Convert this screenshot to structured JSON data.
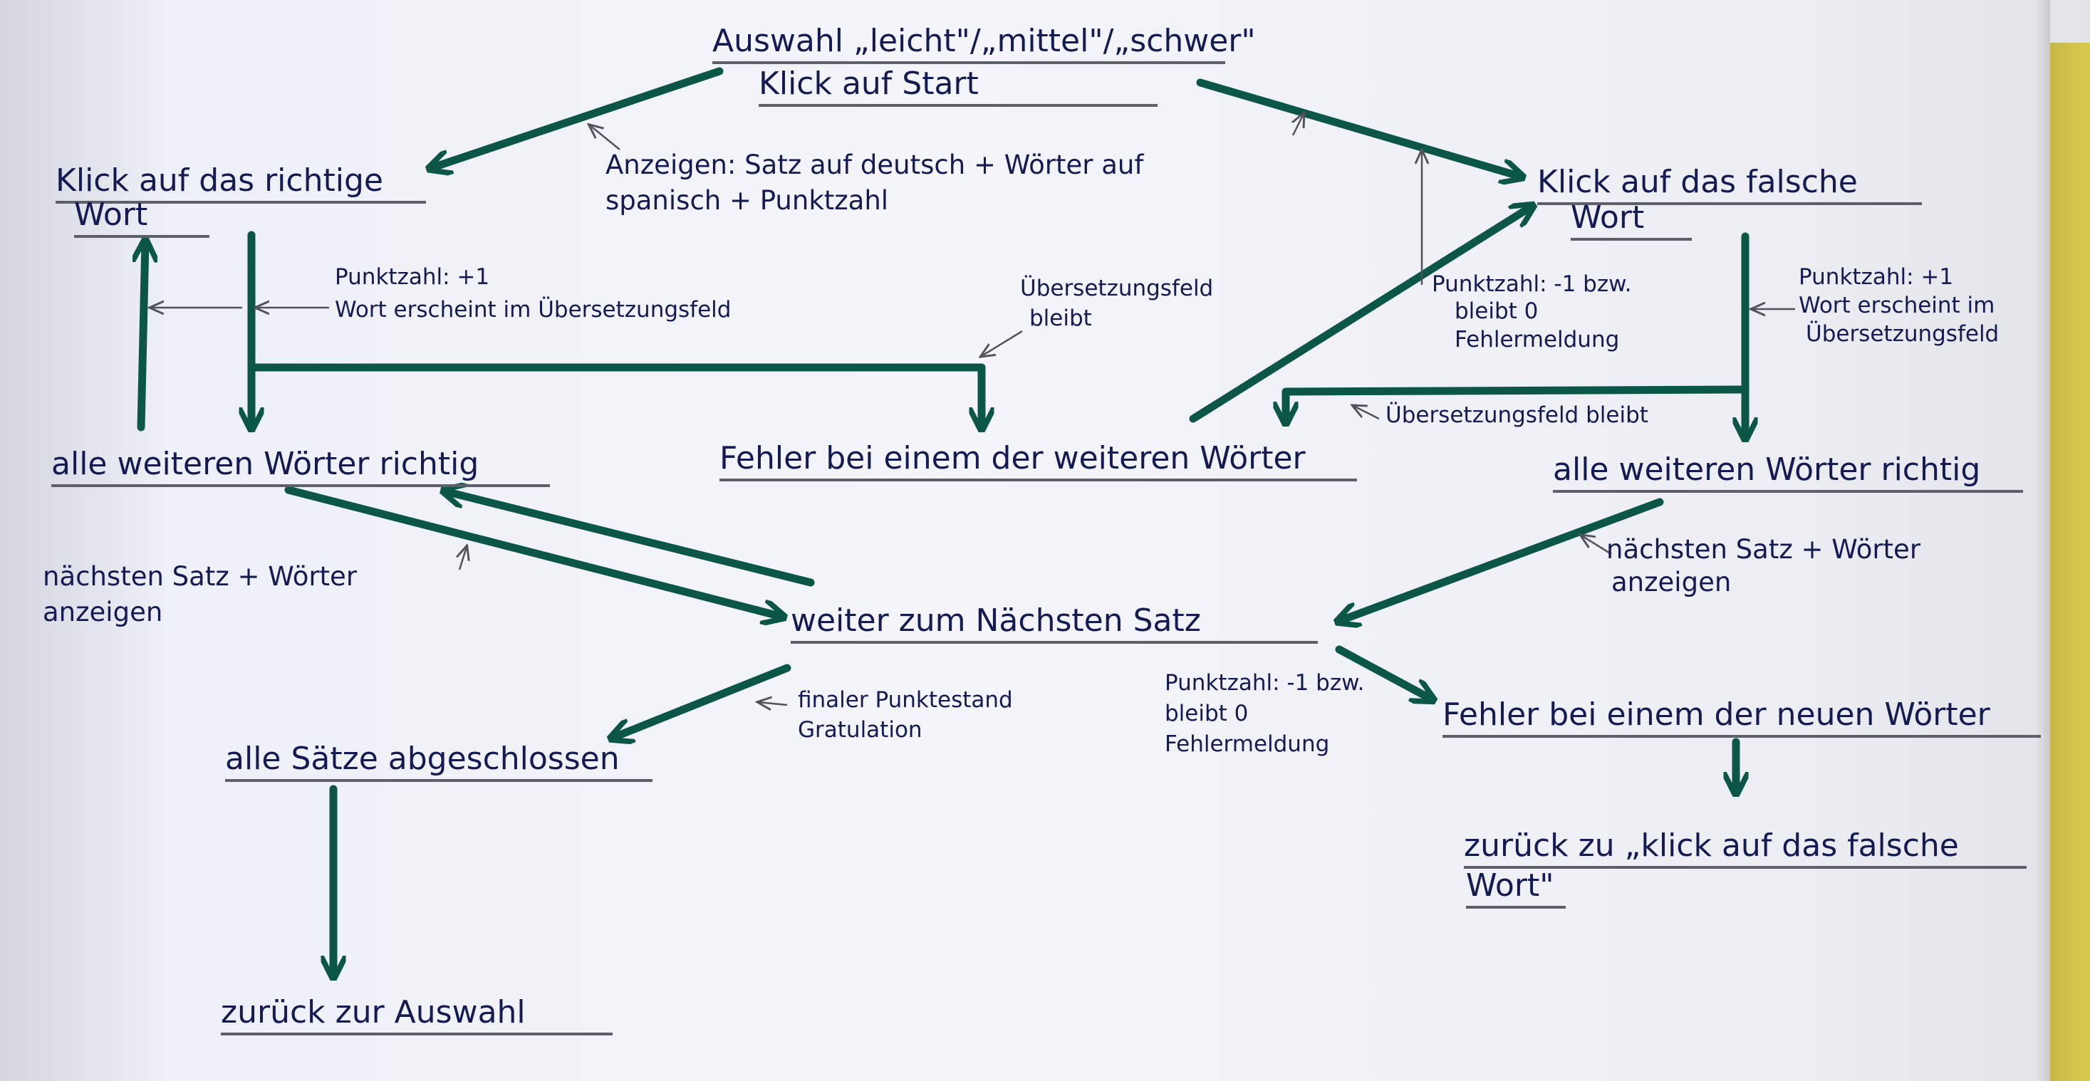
{
  "nodes": {
    "start_top": "Auswahl „leicht\"/„mittel\"/„schwer\"",
    "start_bottom": "Klick auf Start",
    "correct_line1": "Klick auf das richtige",
    "correct_line2": "Wort",
    "wrong_line1": "Klick auf das falsche",
    "wrong_line2": "Wort",
    "all_correct_left": "alle weiteren Wörter richtig",
    "error_middle": "Fehler bei einem der weiteren Wörter",
    "all_correct_right": "alle weiteren Wörter richtig",
    "next_sentence": "weiter zum Nächsten Satz",
    "all_done": "alle Sätze abgeschlossen",
    "error_new": "Fehler bei einem der neuen Wörter",
    "back_to_wrong_line1": "zurück zu „klick auf das falsche",
    "back_to_wrong_line2": "Wort\"",
    "back_to_selection": "zurück zur Auswahl"
  },
  "notes": {
    "show_sentence_line1": "Anzeigen: Satz auf deutsch + Wörter auf",
    "show_sentence_line2": "spanisch + Punktzahl",
    "score_plus_left_line1": "Punktzahl: +1",
    "score_plus_left_line2": "Wort erscheint im Übersetzungsfeld",
    "field_stays_mid_line1": "Übersetzungsfeld",
    "field_stays_mid_line2": "bleibt",
    "score_minus_top_line1": "Punktzahl: -1 bzw.",
    "score_minus_top_line2": "bleibt 0",
    "score_minus_top_line3": "Fehlermeldung",
    "score_plus_right_line1": "Punktzahl: +1",
    "score_plus_right_line2": "Wort erscheint im",
    "score_plus_right_line3": "Übersetzungsfeld",
    "field_stays_right": "Übersetzungsfeld bleibt",
    "next_left_line1": "nächsten Satz + Wörter",
    "next_left_line2": "anzeigen",
    "next_right_line1": "nächsten Satz + Wörter",
    "next_right_line2": "anzeigen",
    "final_score_line1": "finaler Punktestand",
    "final_score_line2": "Gratulation",
    "score_minus_bottom_line1": "Punktzahl: -1 bzw.",
    "score_minus_bottom_line2": "bleibt 0",
    "score_minus_bottom_line3": "Fehlermeldung"
  },
  "colors": {
    "ink": "#141a52",
    "arrow": "#0b5647",
    "thin_arrow": "#50535a",
    "underline": "#5d6068",
    "paper": "#f2f3f8"
  }
}
